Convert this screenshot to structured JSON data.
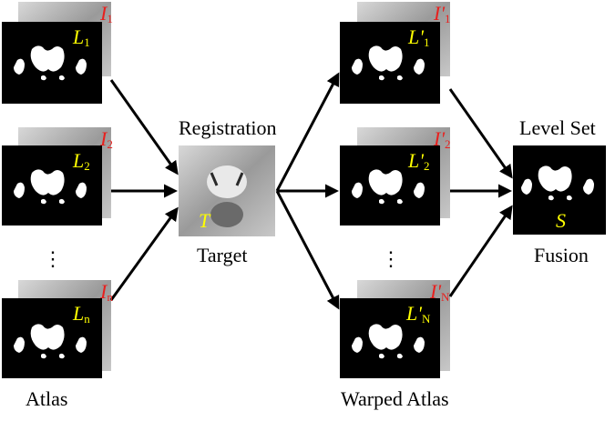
{
  "captions": {
    "registration": "Registration",
    "target": "Target",
    "level_set": "Level Set",
    "fusion": "Fusion",
    "atlas": "Atlas",
    "warped_atlas": "Warped Atlas"
  },
  "labels": {
    "atlas_1_label": "L",
    "atlas_1_sub": "1",
    "atlas_1_image": "I",
    "atlas_1_image_sub": "1",
    "atlas_2_label": "L",
    "atlas_2_sub": "2",
    "atlas_2_image": "I",
    "atlas_2_image_sub": "2",
    "atlas_n_label": "L",
    "atlas_n_sub": "n",
    "atlas_n_image": "I",
    "atlas_n_image_sub": "n",
    "target": "T",
    "warped_1_label": "L'",
    "warped_1_sub": "1",
    "warped_1_image": "I'",
    "warped_1_image_sub": "1",
    "warped_2_label": "L'",
    "warped_2_sub": "2",
    "warped_2_image": "I'",
    "warped_2_image_sub": "2",
    "warped_n_label": "L'",
    "warped_n_sub": "N",
    "warped_n_image": "I'",
    "warped_n_image_sub": "N",
    "fusion": "S"
  },
  "ellipsis": "⋮",
  "colors": {
    "label_color": "#ffff00",
    "image_label_color": "#e8201e",
    "background": "#000000",
    "mri_gray": "#b8b8b8"
  }
}
